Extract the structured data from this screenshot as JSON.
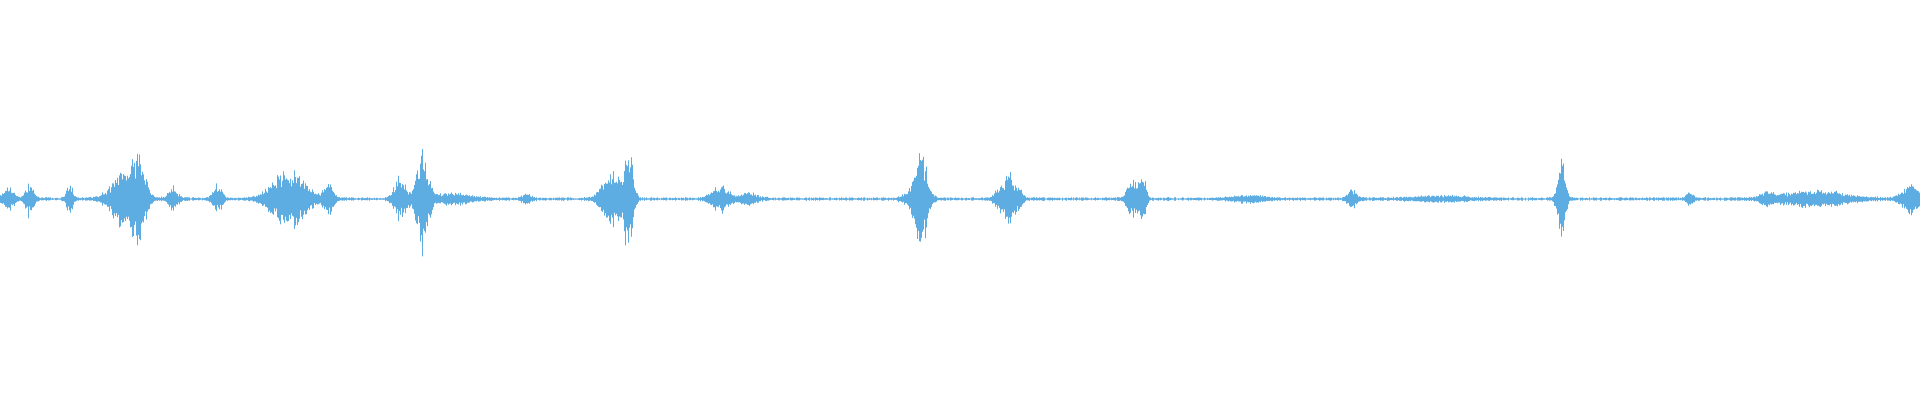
{
  "waveform": {
    "color": "#5dade2",
    "baseline_amplitude": 0.01,
    "bursts": [
      {
        "position": 0.004,
        "amplitude": 0.06,
        "spread": 0.004
      },
      {
        "position": 0.015,
        "amplitude": 0.1,
        "spread": 0.0025
      },
      {
        "position": 0.036,
        "amplitude": 0.1,
        "spread": 0.002
      },
      {
        "position": 0.065,
        "amplitude": 0.16,
        "spread": 0.009
      },
      {
        "position": 0.072,
        "amplitude": 0.2,
        "spread": 0.004
      },
      {
        "position": 0.09,
        "amplitude": 0.07,
        "spread": 0.003
      },
      {
        "position": 0.113,
        "amplitude": 0.08,
        "spread": 0.003
      },
      {
        "position": 0.15,
        "amplitude": 0.17,
        "spread": 0.011
      },
      {
        "position": 0.171,
        "amplitude": 0.1,
        "spread": 0.003
      },
      {
        "position": 0.208,
        "amplitude": 0.12,
        "spread": 0.004
      },
      {
        "position": 0.22,
        "amplitude": 0.28,
        "spread": 0.004
      },
      {
        "position": 0.236,
        "amplitude": 0.03,
        "spread": 0.012
      },
      {
        "position": 0.274,
        "amplitude": 0.03,
        "spread": 0.003
      },
      {
        "position": 0.318,
        "amplitude": 0.16,
        "spread": 0.006
      },
      {
        "position": 0.327,
        "amplitude": 0.3,
        "spread": 0.003
      },
      {
        "position": 0.375,
        "amplitude": 0.07,
        "spread": 0.006
      },
      {
        "position": 0.39,
        "amplitude": 0.03,
        "spread": 0.006
      },
      {
        "position": 0.478,
        "amplitude": 0.12,
        "spread": 0.006
      },
      {
        "position": 0.48,
        "amplitude": 0.2,
        "spread": 0.003
      },
      {
        "position": 0.522,
        "amplitude": 0.1,
        "spread": 0.004
      },
      {
        "position": 0.526,
        "amplitude": 0.14,
        "spread": 0.002
      },
      {
        "position": 0.53,
        "amplitude": 0.07,
        "spread": 0.003
      },
      {
        "position": 0.59,
        "amplitude": 0.1,
        "spread": 0.004
      },
      {
        "position": 0.595,
        "amplitude": 0.14,
        "spread": 0.002
      },
      {
        "position": 0.65,
        "amplitude": 0.02,
        "spread": 0.01
      },
      {
        "position": 0.704,
        "amplitude": 0.05,
        "spread": 0.003
      },
      {
        "position": 0.75,
        "amplitude": 0.015,
        "spread": 0.02
      },
      {
        "position": 0.813,
        "amplitude": 0.24,
        "spread": 0.0025
      },
      {
        "position": 0.88,
        "amplitude": 0.05,
        "spread": 0.002
      },
      {
        "position": 0.92,
        "amplitude": 0.04,
        "spread": 0.004
      },
      {
        "position": 0.945,
        "amplitude": 0.05,
        "spread": 0.02
      },
      {
        "position": 0.995,
        "amplitude": 0.08,
        "spread": 0.006
      }
    ]
  }
}
